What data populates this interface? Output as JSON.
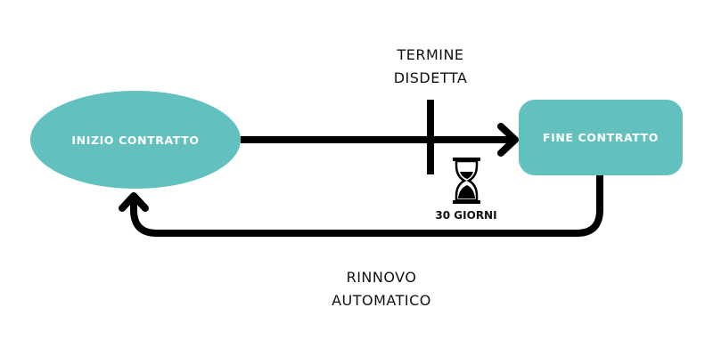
{
  "nodes": {
    "start": "INIZIO CONTRATTO",
    "end": "FINE CONTRATTO"
  },
  "labels": {
    "notice_line1": "TERMINE",
    "notice_line2": "DISDETTA",
    "duration": "30 GIORNI",
    "renewal_line1": "RINNOVO",
    "renewal_line2": "AUTOMATICO"
  },
  "colors": {
    "node_fill": "#62c1bf",
    "line": "#000000"
  }
}
